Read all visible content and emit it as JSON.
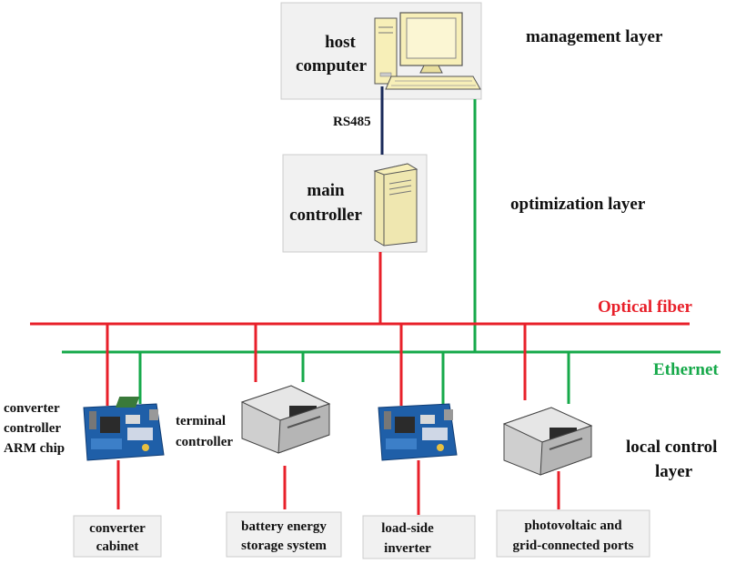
{
  "colors": {
    "optical": "#e8202a",
    "ethernet": "#16a94a",
    "rs485": "#1a2a5a",
    "box_fill": "#f1f1f1",
    "box_stroke": "#cccccc",
    "monitor_fill": "#f7efb8",
    "pcb_blue": "#1f5fa8"
  },
  "layers": {
    "management": "management layer",
    "optimization": "optimization layer",
    "local_line1": "local control",
    "local_line2": "layer"
  },
  "buses": {
    "optical_label": "Optical fiber",
    "ethernet_label": "Ethernet"
  },
  "links": {
    "rs485_label": "RS485"
  },
  "host": {
    "label_line1": "host",
    "label_line2": "computer",
    "icon": "desktop-computer-icon"
  },
  "main_controller": {
    "label_line1": "main",
    "label_line2": "controller",
    "icon": "server-tower-icon"
  },
  "devices": {
    "arm_label_line1": "converter",
    "arm_label_line2": "controller",
    "arm_label_line3": "ARM chip",
    "terminal_label_line1": "terminal",
    "terminal_label_line2": "controller",
    "board_icon": "circuit-board-icon",
    "chassis_icon": "controller-chassis-icon"
  },
  "bottom": {
    "converter_line1": "converter",
    "converter_line2": "cabinet",
    "battery_line1": "battery energy",
    "battery_line2": "storage system",
    "inverter_line1": "load-side",
    "inverter_line2": "inverter",
    "pv_line1": "photovoltaic and",
    "pv_line2": "grid-connected ports"
  }
}
